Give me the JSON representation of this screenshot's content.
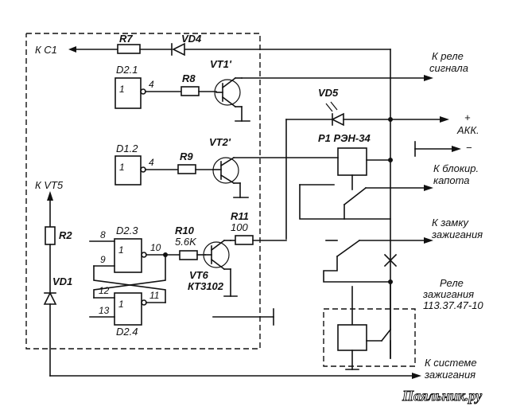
{
  "labels": {
    "kc1": "К С1",
    "r7": "R7",
    "vd4": "VD4",
    "d21": "D2.1",
    "d21_in": "1",
    "d21_pin": "4",
    "r8": "R8",
    "vt1": "VT1'",
    "rele_signala_1": "К реле",
    "rele_signala_2": "сигнала",
    "vd5": "VD5",
    "plus": "+",
    "akk": "АКК.",
    "minus": "−",
    "p1": "Р1 РЭН-34",
    "d12": "D1.2",
    "d12_in": "1",
    "d12_pin": "4",
    "r9": "R9",
    "vt2": "VT2'",
    "blok_1": "К блокир.",
    "blok_2": "капота",
    "kvt5": "К VT5",
    "r2": "R2",
    "d23": "D2.3",
    "d23_in": "1",
    "pin8": "8",
    "pin9": "9",
    "pin10": "10",
    "r10": "R10",
    "r10_val": "5.6K",
    "r11": "R11",
    "r11_val": "100",
    "vt6": "VT6",
    "vt6_type": "КТ3102",
    "zamok_1": "К замку",
    "zamok_2": "зажигания",
    "vd1": "VD1",
    "pin12": "12",
    "pin11": "11",
    "pin13": "13",
    "d24": "D2.4",
    "d24_in": "1",
    "rele_zaz_1": "Реле",
    "rele_zaz_2": "зажигания",
    "rele_zaz_3": "113.37.47-10",
    "sist_1": "К системе",
    "sist_2": "зажигания"
  },
  "watermark": "Паяльник.ру"
}
